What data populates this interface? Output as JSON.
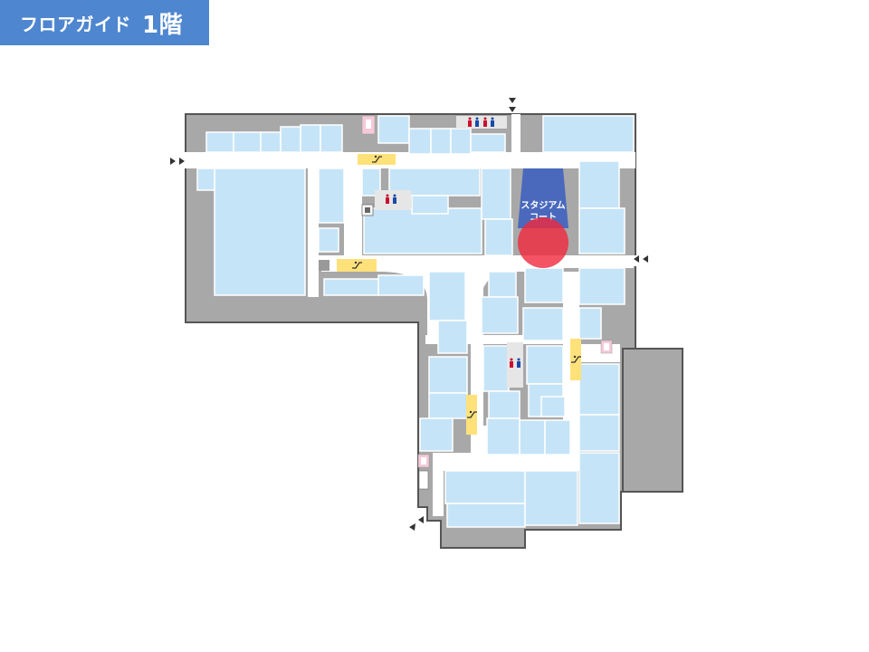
{
  "header": {
    "title": "フロアガイド",
    "floor": "1階"
  },
  "map": {
    "court_label_line1": "スタジアム",
    "court_label_line2": "コート",
    "colors": {
      "wall": "#a8a8a8",
      "wall_outline": "#555555",
      "corridor": "#ffffff",
      "shop": "#c6e4f7",
      "shop_line": "#ffffff",
      "escalator": "#ffe17a",
      "restroom": "#e6e6e6",
      "court": "#4a69bd",
      "highlight": "#f0283c",
      "info": "#f5c9d9",
      "title_bg": "#4e86cf"
    },
    "icons": [
      "escalator-icon",
      "restroom-icon",
      "elevator-icon",
      "entrance-arrow-icon",
      "info-icon"
    ]
  }
}
